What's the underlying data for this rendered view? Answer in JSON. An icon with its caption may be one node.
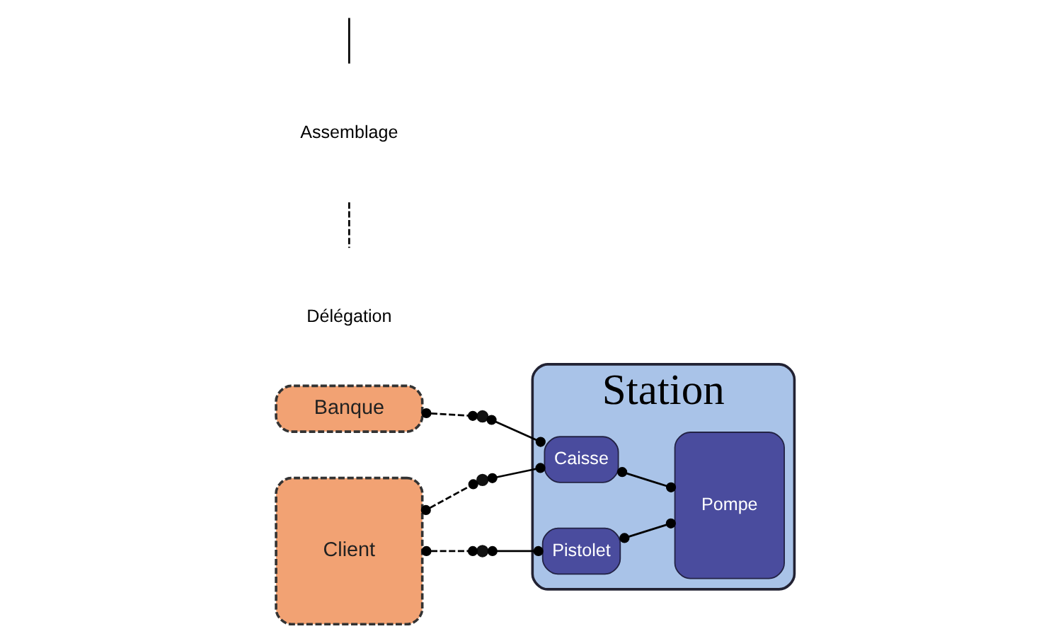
{
  "diagram": {
    "nodes": [
      {
        "text": [
          "Banque"
        ]
      },
      {
        "text": [],
        "shape": "circle"
      },
      {
        "text": [
          "Client"
        ]
      },
      {
        "text": [],
        "shape": "circle"
      },
      {
        "text": [],
        "shape": "circle"
      },
      {
        "text": [
          "Station"
        ]
      },
      {
        "text": [
          "Caisse"
        ],
        "in": 5
      },
      {
        "text": [
          "Pistolet"
        ],
        "in": 5
      },
      {
        "text": [
          "Pompe"
        ],
        "in": 5
      }
    ],
    "edges": [
      {
        "from": 0,
        "to": 1,
        "arrow": "other",
        "style": "dashed"
      },
      {
        "from": 1,
        "to": 6,
        "arrow": "other"
      },
      {
        "from": 2,
        "to": 3,
        "arrow": "other",
        "style": "dashed"
      },
      {
        "from": 3,
        "to": 6,
        "arrow": "other"
      },
      {
        "from": 2,
        "to": 4,
        "arrow": "other",
        "style": "dashed"
      },
      {
        "from": 4,
        "to": 7,
        "arrow": "other"
      },
      {
        "from": 6,
        "to": 8,
        "arrow": "other"
      },
      {
        "from": 7,
        "to": 8,
        "arrow": "other"
      }
    ],
    "legend": [
      {
        "text": "Assemblage"
      },
      {
        "text": "Délégation"
      }
    ]
  }
}
